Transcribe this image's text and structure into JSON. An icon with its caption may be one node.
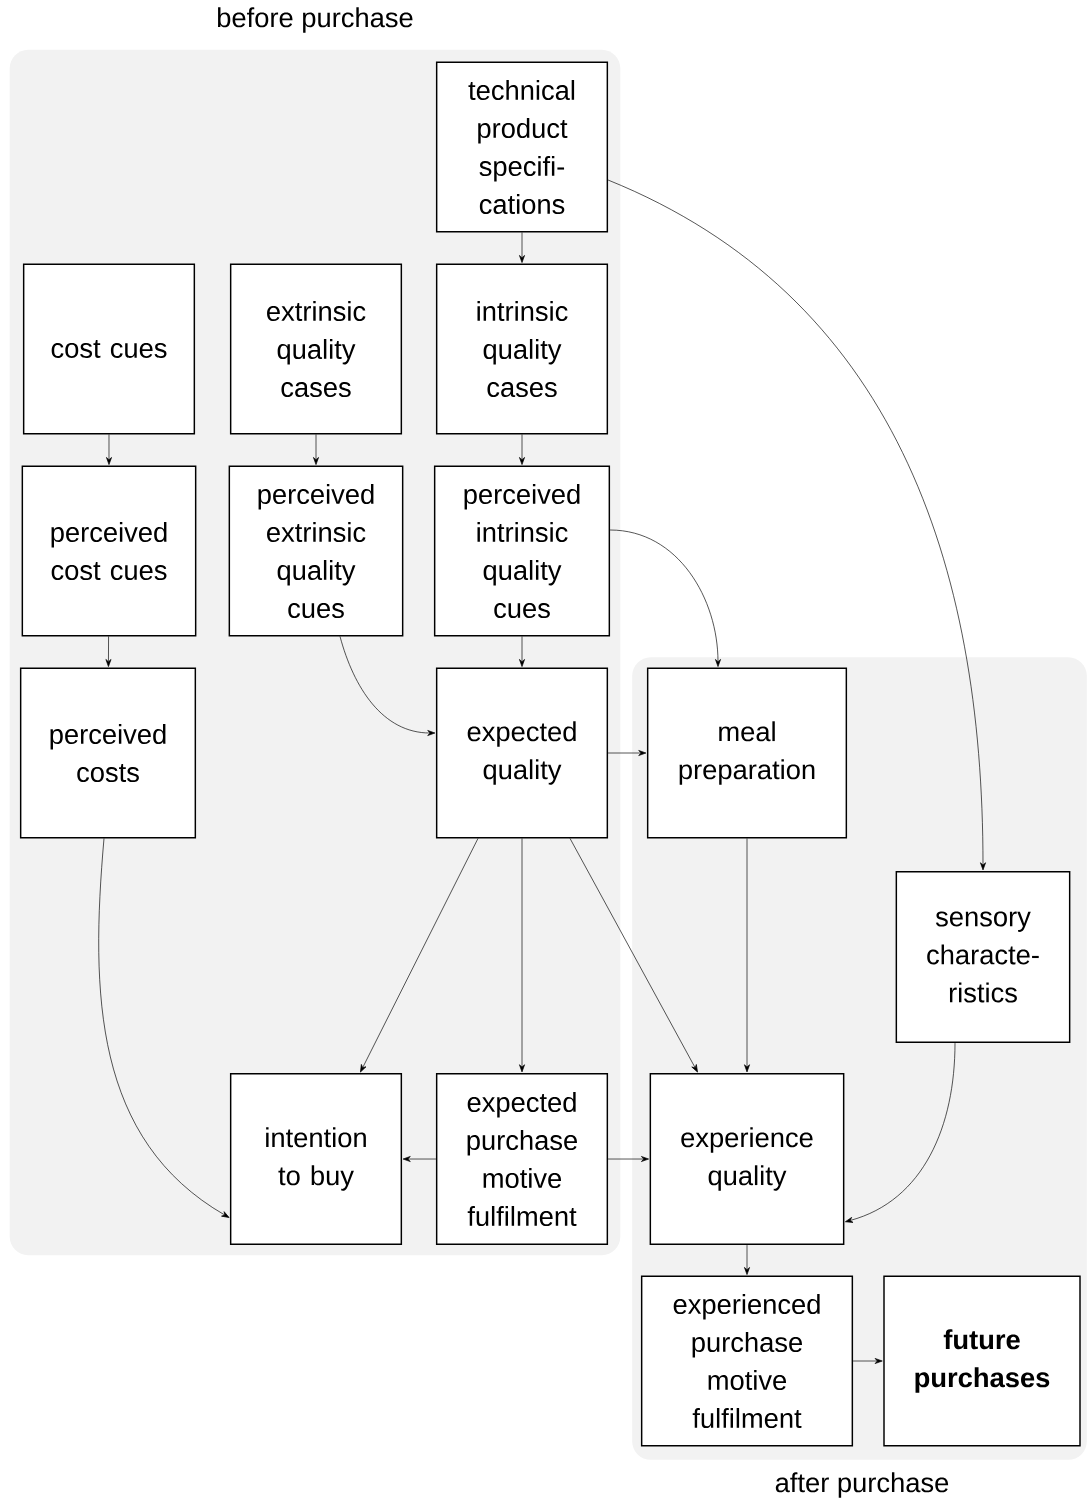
{
  "diagram": {
    "nodes": [
      {
        "text": [
          "before purchase"
        ]
      },
      {
        "text": [
          "technical product specifi-cations"
        ],
        "in": 0
      },
      {
        "text": [
          "cost cues"
        ],
        "in": 0
      },
      {
        "text": [
          "extrinsic quality cases"
        ],
        "in": 0
      },
      {
        "text": [
          "intrinsic quality cases"
        ],
        "in": 0
      },
      {
        "text": [
          "perceived cost cues"
        ],
        "in": 0
      },
      {
        "text": [
          "perceived extrinsic quality cues"
        ],
        "in": 0
      },
      {
        "text": [
          "perceived intrinsic quality cues"
        ],
        "in": 0
      },
      {
        "text": [
          "perceived costs"
        ],
        "in": 0
      },
      {
        "text": [
          "expected quality"
        ],
        "in": 0
      },
      {
        "text": [
          "intention to buy"
        ],
        "in": 0
      },
      {
        "text": [
          "expected purchase motive fulfilment"
        ],
        "in": 0
      },
      {
        "text": [
          "after purchase"
        ]
      },
      {
        "text": [
          "meal preparation"
        ],
        "in": 12
      },
      {
        "text": [
          "sensory characte-ristics"
        ],
        "in": 12
      },
      {
        "text": [
          "experience quality"
        ],
        "in": 12
      },
      {
        "text": [
          "experienced purchase motive fulfilment"
        ],
        "in": 12
      },
      {
        "text": [
          "future purchases"
        ],
        "in": 12
      }
    ],
    "edges": [
      {
        "from": 1,
        "to": 4,
        "arrow": "to"
      },
      {
        "from": 1,
        "to": 14,
        "arrow": "to"
      },
      {
        "from": 2,
        "to": 5,
        "arrow": "to"
      },
      {
        "from": 3,
        "to": 6,
        "arrow": "to"
      },
      {
        "from": 4,
        "to": 7,
        "arrow": "to"
      },
      {
        "from": 5,
        "to": 8,
        "arrow": "to"
      },
      {
        "from": 6,
        "to": 9,
        "arrow": "to"
      },
      {
        "from": 7,
        "to": 9,
        "arrow": "to"
      },
      {
        "from": 7,
        "to": 13,
        "arrow": "to"
      },
      {
        "from": 9,
        "to": 13,
        "arrow": "to"
      },
      {
        "from": 8,
        "to": 10,
        "arrow": "to"
      },
      {
        "from": 9,
        "to": 10,
        "arrow": "to"
      },
      {
        "from": 9,
        "to": 11,
        "arrow": "to"
      },
      {
        "from": 9,
        "to": 15,
        "arrow": "to"
      },
      {
        "from": 13,
        "to": 15,
        "arrow": "to"
      },
      {
        "from": 14,
        "to": 15,
        "arrow": "to"
      },
      {
        "from": 11,
        "to": 10,
        "arrow": "to"
      },
      {
        "from": 11,
        "to": 15,
        "arrow": "to"
      },
      {
        "from": 15,
        "to": 16,
        "arrow": "to"
      },
      {
        "from": 16,
        "to": 17,
        "arrow": "to"
      }
    ]
  }
}
